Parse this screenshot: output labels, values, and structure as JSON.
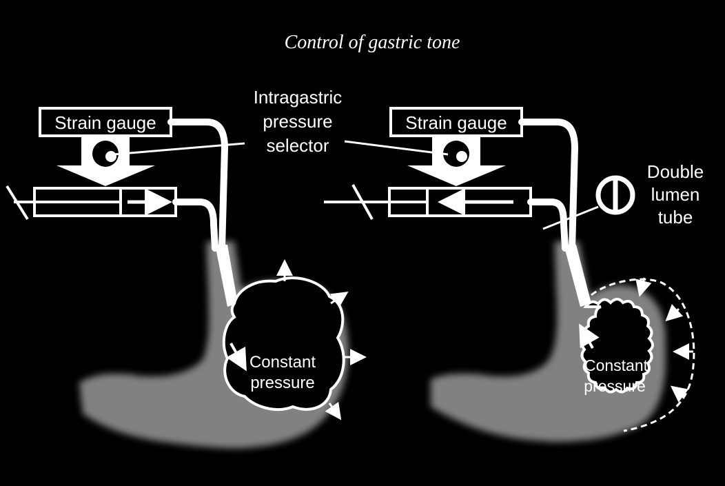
{
  "title": "Control of gastric tone",
  "left_panel": {
    "strain_gauge": "Strain gauge",
    "selector_line1": "Intragastric",
    "selector_line2": "pressure",
    "selector_line3": "selector",
    "balloon_line1": "Constant",
    "balloon_line2": "pressure"
  },
  "right_panel": {
    "strain_gauge": "Strain gauge",
    "tube_line1": "Double",
    "tube_line2": "lumen",
    "tube_line3": "tube",
    "balloon_line1": "Constant",
    "balloon_line2": "pressure"
  },
  "colors": {
    "background": "#000000",
    "foreground": "#ffffff",
    "stomach_shade": "#c8c8c8"
  }
}
